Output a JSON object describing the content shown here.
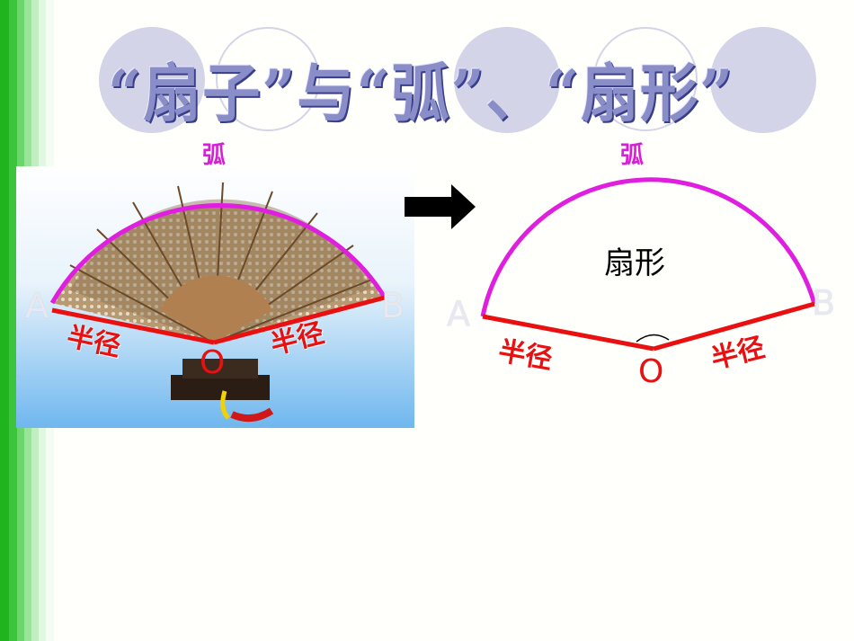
{
  "title": "“扇子”与“弧”、“扇形”",
  "left": {
    "arc_label": "弧",
    "radius_left": "半径",
    "radius_right": "半径",
    "point_a": "A",
    "point_b": "B",
    "point_o": "O"
  },
  "right": {
    "arc_label": "弧",
    "sector_label": "扇形",
    "radius_left": "半径",
    "radius_right": "半径",
    "point_a": "A",
    "point_b": "B",
    "point_o": "O"
  },
  "colors": {
    "arc": "#e01ee0",
    "radius": "#e81010",
    "stripe_green": "#22bb22"
  }
}
